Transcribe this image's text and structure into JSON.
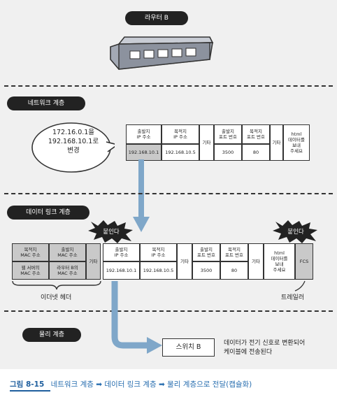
{
  "router": {
    "title": "라우터 B"
  },
  "network_layer": {
    "title": "네트워크 계층",
    "bubble_lines": [
      "172.16.0.1을",
      "192.168.10.1로",
      "변경"
    ],
    "header_cells": [
      {
        "top": "출발지\nIP 주소",
        "bottom": "192.168.10.1"
      },
      {
        "top": "목적지\nIP 주소",
        "bottom": "192.168.10.5"
      },
      {
        "top": "기타",
        "bottom": ""
      },
      {
        "top": "출발지\n포트 번호",
        "bottom": "3500"
      },
      {
        "top": "목적지\n포트 번호",
        "bottom": "80"
      },
      {
        "top": "기타",
        "bottom": ""
      },
      {
        "top": "html\n데이터를\n보내\n주세요",
        "bottom": ""
      }
    ]
  },
  "datalink_layer": {
    "title": "데이터 링크 계층",
    "attach_left": "붙인다",
    "attach_right": "붙인다",
    "eth_cells": [
      {
        "top": "목적지\nMAC 주소",
        "bottom": "웹 서버의\nMAC 주소"
      },
      {
        "top": "출발지\nMAC 주소",
        "bottom": "라우터 B의\nMAC 주소"
      },
      {
        "top": "기타",
        "bottom": ""
      }
    ],
    "packet_cells": [
      {
        "top": "출발지\nIP 주소",
        "bottom": "192.168.10.1"
      },
      {
        "top": "목적지\nIP 주소",
        "bottom": "192.168.10.5"
      },
      {
        "top": "기타",
        "bottom": ""
      },
      {
        "top": "출발지\n포트 번호",
        "bottom": "3500"
      },
      {
        "top": "목적지\n포트 번호",
        "bottom": "80"
      },
      {
        "top": "기타",
        "bottom": ""
      },
      {
        "top": "html\n데이터를\n보내\n주세요",
        "bottom": ""
      }
    ],
    "fcs": "FCS",
    "ethernet_header_label": "이더넷 헤더",
    "trailer_label": "트레일러"
  },
  "physical_layer": {
    "title": "물리 계층",
    "switch_label": "스위치 B",
    "description_lines": [
      "데이터가 전기 신호로 변환되어",
      "케이블에 전송된다"
    ]
  },
  "caption": {
    "figure_no": "그림 8-15",
    "text": "네트워크 계층 ➡ 데이터 링크 계층 ➡ 물리 계층으로 전달(캡슐화)"
  },
  "colors": {
    "arrow": "#7fa7c9",
    "cell_gray": "#c9c9c9",
    "caption": "#2a6fb0"
  }
}
